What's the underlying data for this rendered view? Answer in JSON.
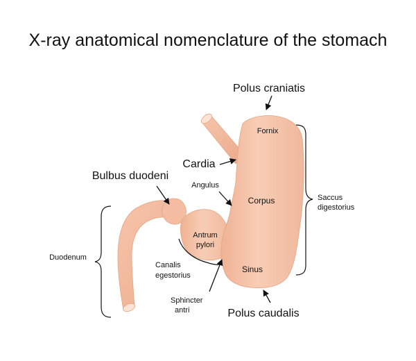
{
  "title": "X-ray anatomical nomenclature of the stomach",
  "colors": {
    "organ_fill": "#f5c2a6",
    "organ_fill_light": "#fbd9c6",
    "organ_shade": "#e8a88a",
    "text": "#111111"
  },
  "labels": {
    "polus_craniatis": "Polus craniatis",
    "fornix": "Fornix",
    "cardia": "Cardia",
    "bulbus_duodeni": "Bulbus duodeni",
    "angulus": "Angulus",
    "corpus": "Corpus",
    "saccus_line1": "Saccus",
    "saccus_line2": "digestorius",
    "antrum_line1": "Antrum",
    "antrum_line2": "pylori",
    "duodenum": "Duodenum",
    "canalis_line1": "Canalis",
    "canalis_line2": "egestorius",
    "sinus": "Sinus",
    "sphincter_line1": "Sphincter",
    "sphincter_line2": "antri",
    "polus_caudalis": "Polus caudalis"
  }
}
